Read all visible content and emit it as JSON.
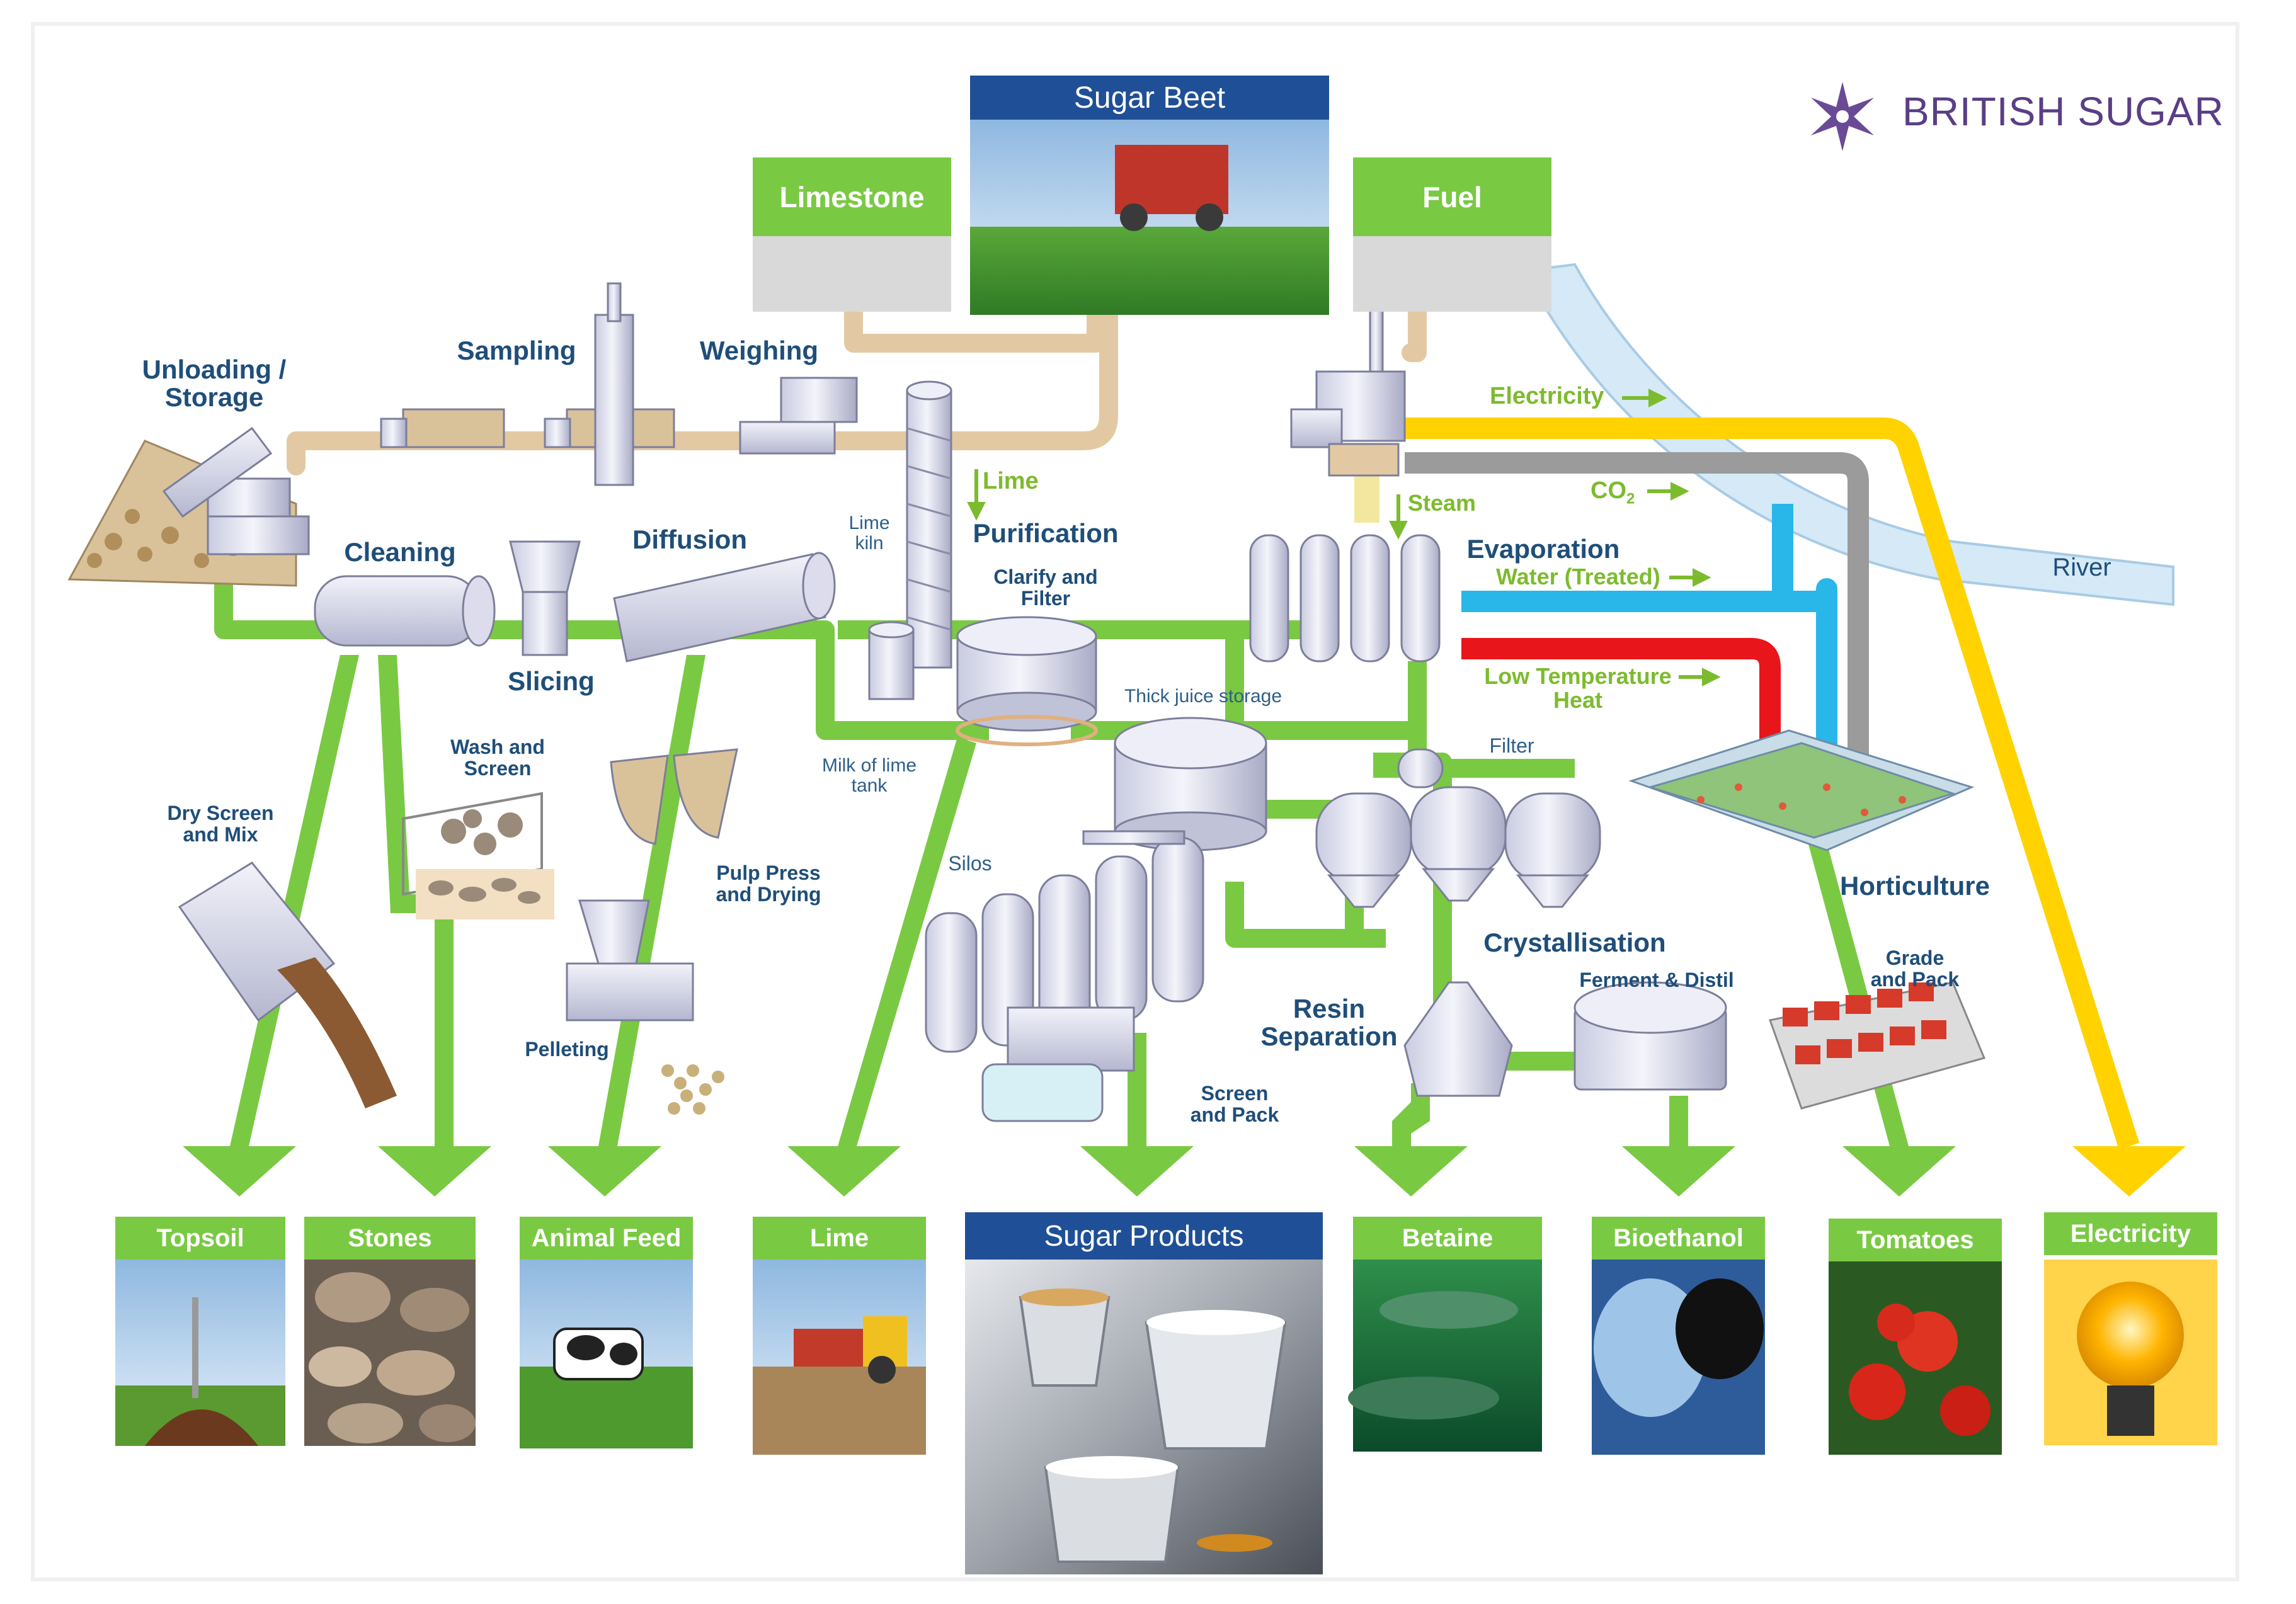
{
  "brand": {
    "name": "BRITISH SUGAR",
    "logo_icon": "star-snowflake-icon",
    "color": "#5a3e86"
  },
  "inputs": {
    "sugar_beet": "Sugar Beet",
    "limestone": "Limestone",
    "fuel": "Fuel"
  },
  "process": {
    "unloading": "Unloading /\nStorage",
    "sampling": "Sampling",
    "weighing": "Weighing",
    "cleaning": "Cleaning",
    "slicing": "Slicing",
    "diffusion": "Diffusion",
    "lime": "Lime",
    "lime_kiln": "Lime\nkiln",
    "purification": "Purification",
    "clarify": "Clarify and\nFilter",
    "milk_of_lime": "Milk of lime\ntank",
    "thick_juice": "Thick juice storage",
    "evaporation": "Evaporation",
    "steam": "Steam",
    "filter": "Filter",
    "silos": "Silos",
    "resin": "Resin\nSeparation",
    "crystallisation": "Crystallisation",
    "ferment": "Ferment & Distil",
    "screen_pack": "Screen\nand Pack",
    "dry_screen": "Dry Screen\nand Mix",
    "wash_screen": "Wash and\nScreen",
    "pulp_press": "Pulp Press\nand Drying",
    "pelleting": "Pelleting",
    "horticulture": "Horticulture",
    "grade_pack": "Grade\nand Pack",
    "river": "River"
  },
  "utilities": {
    "electricity": "Electricity",
    "co2": "CO",
    "co2_sub": "2",
    "water": "Water (Treated)",
    "low_temp": "Low Temperature\nHeat"
  },
  "outputs": {
    "topsoil": "Topsoil",
    "stones": "Stones",
    "animal_feed": "Animal Feed",
    "lime": "Lime",
    "sugar_products": "Sugar Products",
    "betaine": "Betaine",
    "bioethanol": "Bioethanol",
    "tomatoes": "Tomatoes",
    "electricity": "Electricity"
  },
  "colors": {
    "process_flow": "#7ac943",
    "conveyor": "#e3c9a3",
    "electricity": "#ffd200",
    "co2": "#9b9b9b",
    "water": "#29b6e8",
    "heat": "#e8161b",
    "river": "#cfe6f5",
    "header_green": "#7ac943",
    "header_blue": "#1f4f96"
  }
}
